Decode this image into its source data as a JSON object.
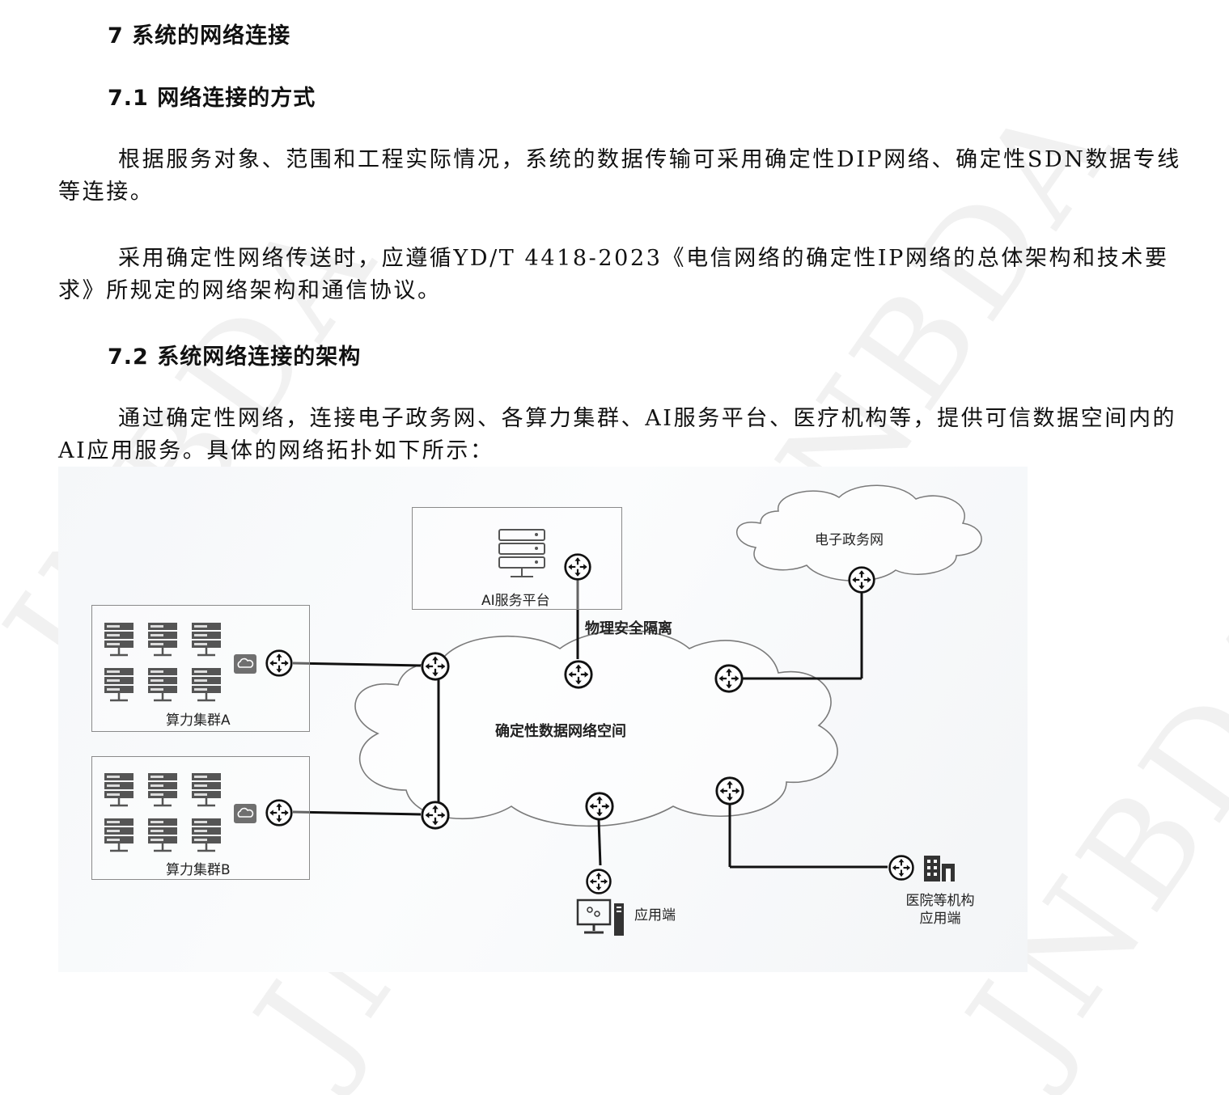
{
  "headings": {
    "section": "7 系统的网络连接",
    "sub1": "7.1 网络连接的方式",
    "sub2": "7.2 系统网络连接的架构"
  },
  "paragraphs": {
    "p1": "根据服务对象、范围和工程实际情况，系统的数据传输可采用确定性DIP网络、确定性SDN数据专线等连接。",
    "p2": "采用确定性网络传送时，应遵循YD/T 4418-2023《电信网络的确定性IP网络的总体架构和技术要求》所规定的网络架构和通信协议。",
    "p3": "通过确定性网络，连接电子政务网、各算力集群、AI服务平台、医疗机构等，提供可信数据空间内的AI应用服务。具体的网络拓扑如下所示："
  },
  "diagram": {
    "ai_platform": "AI服务平台",
    "isolation": "物理安全隔离",
    "egov": "电子政务网",
    "core": "确定性数据网络空间",
    "cluster_a": "算力集群A",
    "cluster_b": "算力集群B",
    "app": "应用端",
    "hospital_line1": "医院等机构",
    "hospital_line2": "应用端"
  },
  "watermark": "JNBDA",
  "icons": [
    "server-icon",
    "router-icon",
    "cloud-service-icon",
    "building-icon",
    "workstation-icon"
  ]
}
